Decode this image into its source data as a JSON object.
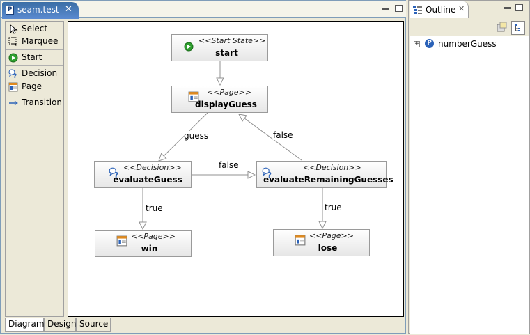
{
  "editor": {
    "tab_title": "seam.test",
    "tab_icon_letter": "P"
  },
  "palette": {
    "items": [
      {
        "label": "Select",
        "icon": "cursor-arrow-icon"
      },
      {
        "label": "Marquee",
        "icon": "marquee-icon"
      },
      {
        "label": "Start",
        "icon": "start-state-icon"
      },
      {
        "label": "Decision",
        "icon": "decision-icon"
      },
      {
        "label": "Page",
        "icon": "page-icon"
      },
      {
        "label": "Transition",
        "icon": "transition-arrow-icon"
      }
    ]
  },
  "diagram": {
    "nodes": {
      "start": {
        "stereotype": "<<Start State>>",
        "name": "start"
      },
      "displayGuess": {
        "stereotype": "<<Page>>",
        "name": "displayGuess"
      },
      "evaluateGuess": {
        "stereotype": "<<Decision>>",
        "name": "evaluateGuess"
      },
      "evaluateRemainingGuesses": {
        "stereotype": "<<Decision>>",
        "name": "evaluateRemainingGuesses"
      },
      "win": {
        "stereotype": "<<Page>>",
        "name": "win"
      },
      "lose": {
        "stereotype": "<<Page>>",
        "name": "lose"
      }
    },
    "edges": {
      "guess": "guess",
      "false_back": "false",
      "false_across": "false",
      "true_win": "true",
      "true_lose": "true"
    }
  },
  "bottom_tabs": [
    "Diagram",
    "Design",
    "Source"
  ],
  "active_bottom_tab": "Diagram",
  "outline": {
    "title": "Outline",
    "tree_item": "numberGuess"
  },
  "colors": {
    "tab_active": "#3a6ea5",
    "start_green": "#2e9e2e",
    "decision_blue": "#2b62b8",
    "page_orange": "#e08a1e"
  }
}
